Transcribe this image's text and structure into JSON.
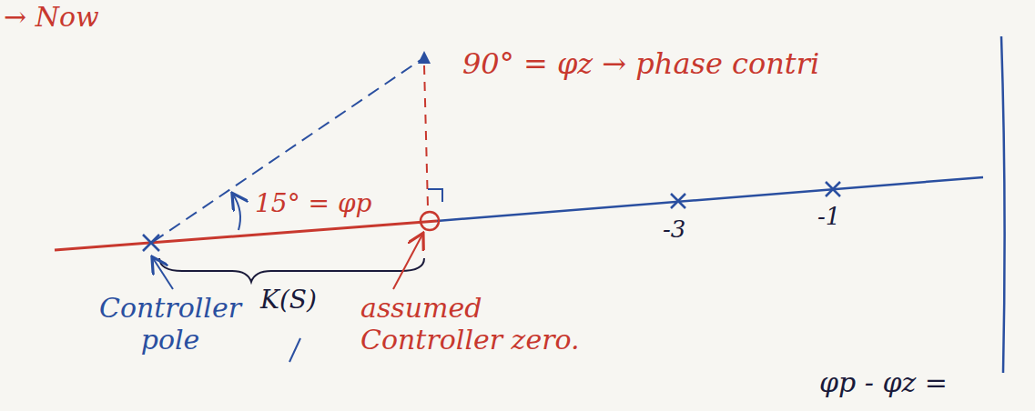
{
  "diagram": {
    "labels": [
      "→ Now",
      "90° = φz → phase contri",
      "15° = φp",
      "-3",
      "-1",
      "Controller pole",
      "K(S)",
      "assumed Controller zero.",
      "φp - φz ="
    ]
  }
}
